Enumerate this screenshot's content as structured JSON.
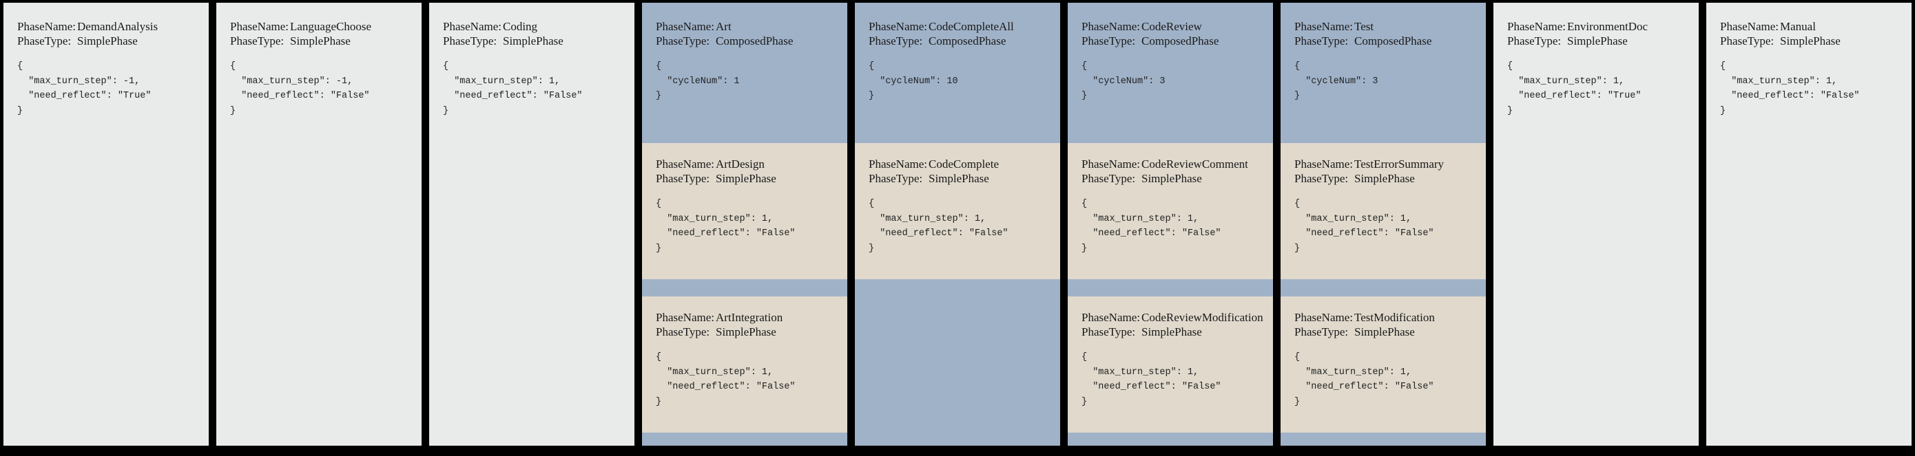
{
  "labels": {
    "phase_name": "PhaseName:",
    "phase_type": "PhaseType:"
  },
  "colors": {
    "background": "#000000",
    "simple_card": "#e8ebea",
    "composed_header": "#a0b2c8",
    "sub_card": "#e0d9cc"
  },
  "phases": [
    {
      "name": "DemandAnalysis",
      "type": "SimplePhase",
      "config": "{\n  \"max_turn_step\": -1,\n  \"need_reflect\": \"True\"\n}"
    },
    {
      "name": "LanguageChoose",
      "type": "SimplePhase",
      "config": "{\n  \"max_turn_step\": -1,\n  \"need_reflect\": \"False\"\n}"
    },
    {
      "name": "Coding",
      "type": "SimplePhase",
      "config": "{\n  \"max_turn_step\": 1,\n  \"need_reflect\": \"False\"\n}"
    },
    {
      "name": "Art",
      "type": "ComposedPhase",
      "config": "{\n  \"cycleNum\": 1\n}",
      "children": [
        {
          "name": "ArtDesign",
          "type": "SimplePhase",
          "config": "{\n  \"max_turn_step\": 1,\n  \"need_reflect\": \"False\"\n}"
        },
        {
          "name": "ArtIntegration",
          "type": "SimplePhase",
          "config": "{\n  \"max_turn_step\": 1,\n  \"need_reflect\": \"False\"\n}"
        }
      ]
    },
    {
      "name": "CodeCompleteAll",
      "type": "ComposedPhase",
      "config": "{\n  \"cycleNum\": 10\n}",
      "children": [
        {
          "name": "CodeComplete",
          "type": "SimplePhase",
          "config": "{\n  \"max_turn_step\": 1,\n  \"need_reflect\": \"False\"\n}"
        }
      ]
    },
    {
      "name": "CodeReview",
      "type": "ComposedPhase",
      "config": "{\n  \"cycleNum\": 3\n}",
      "children": [
        {
          "name": "CodeReviewComment",
          "type": "SimplePhase",
          "config": "{\n  \"max_turn_step\": 1,\n  \"need_reflect\": \"False\"\n}"
        },
        {
          "name": "CodeReviewModification",
          "type": "SimplePhase",
          "config": "{\n  \"max_turn_step\": 1,\n  \"need_reflect\": \"False\"\n}"
        }
      ]
    },
    {
      "name": "Test",
      "type": "ComposedPhase",
      "config": "{\n  \"cycleNum\": 3\n}",
      "children": [
        {
          "name": "TestErrorSummary",
          "type": "SimplePhase",
          "config": "{\n  \"max_turn_step\": 1,\n  \"need_reflect\": \"False\"\n}"
        },
        {
          "name": "TestModification",
          "type": "SimplePhase",
          "config": "{\n  \"max_turn_step\": 1,\n  \"need_reflect\": \"False\"\n}"
        }
      ]
    },
    {
      "name": "EnvironmentDoc",
      "type": "SimplePhase",
      "config": "{\n  \"max_turn_step\": 1,\n  \"need_reflect\": \"True\"\n}"
    },
    {
      "name": "Manual",
      "type": "SimplePhase",
      "config": "{\n  \"max_turn_step\": 1,\n  \"need_reflect\": \"False\"\n}"
    }
  ]
}
